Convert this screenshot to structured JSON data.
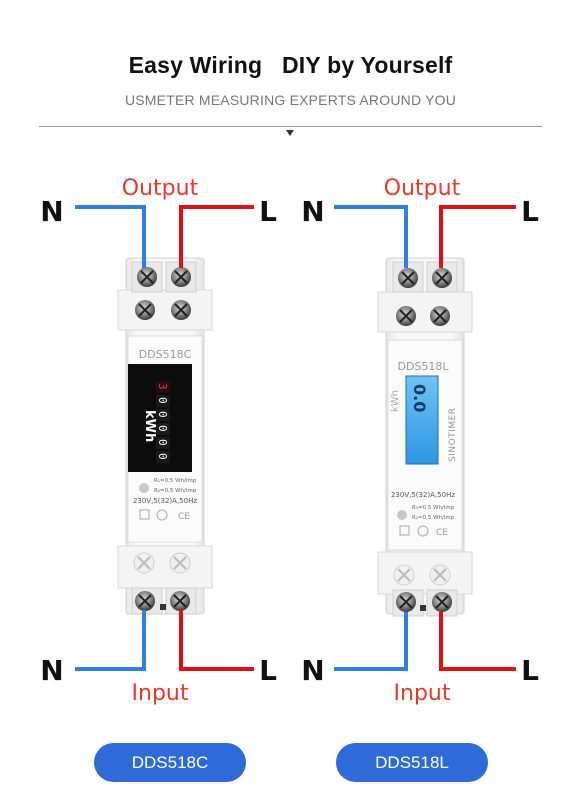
{
  "header": {
    "title": "Easy Wiring   DIY by Yourself",
    "subtitle": "USMETER MEASURING EXPERTS AROUND YOU"
  },
  "colors": {
    "neutral_wire": "#2f7fe0",
    "live_wire": "#e01010",
    "label_red": "#e53a2a",
    "pill": "#2e6bd8",
    "lcd": "#3aa4ea"
  },
  "meters": [
    {
      "output_label": "Output",
      "input_label": "Input",
      "left_terminal": "N",
      "right_terminal": "L",
      "model_print": "DDS518C",
      "unit": "kWh",
      "counter_digits": [
        "0",
        "0",
        "0",
        "0",
        "0",
        "3"
      ],
      "spec_lines": [
        "R₁=0,5 Wh/imp",
        "R₂=0,5 Wh/imp"
      ],
      "rating": "230V,5(32)A,50Hz",
      "ce_mark": "CE",
      "button_label": "DDS518C"
    },
    {
      "output_label": "Output",
      "input_label": "Input",
      "left_terminal": "N",
      "right_terminal": "L",
      "model_print": "DDS518L",
      "unit": "kWh",
      "brand": "SINOTIMER",
      "lcd_value": "0.0",
      "rating": "230V,5(32)A,50Hz",
      "spec_lines": [
        "R₁=0,5 Wh/imp",
        "R₂=0,5 Wh/imp"
      ],
      "ce_mark": "CE",
      "button_label": "DDS518L"
    }
  ]
}
